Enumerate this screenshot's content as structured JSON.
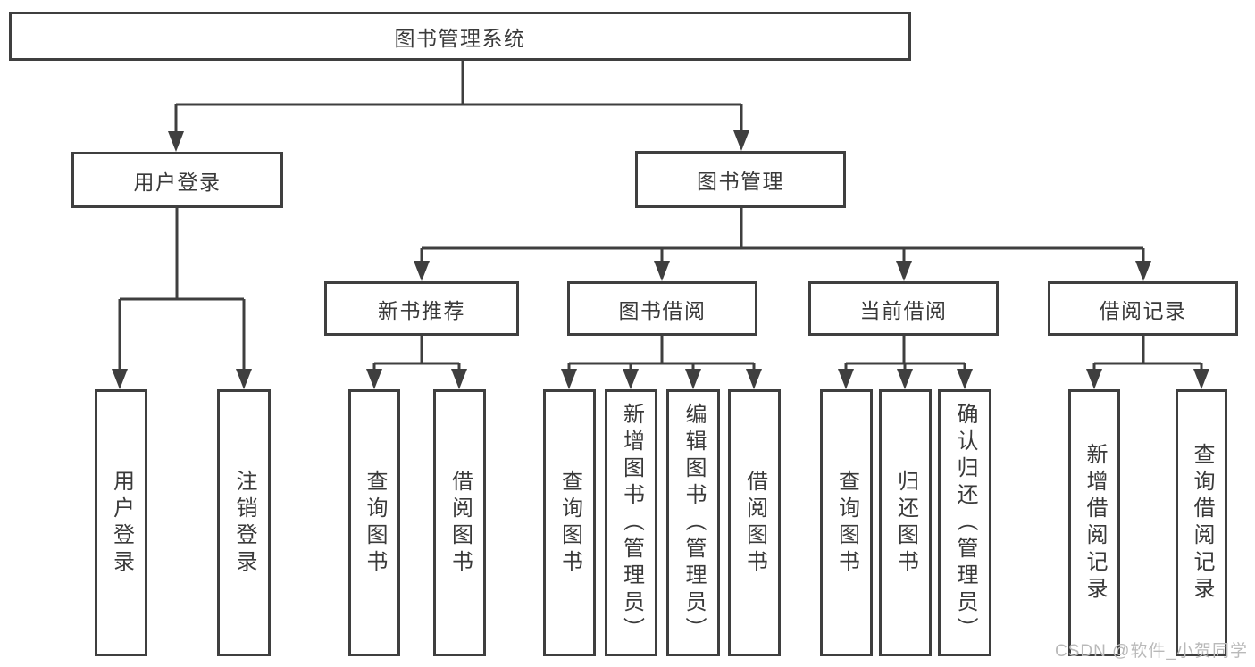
{
  "diagram": {
    "root": {
      "label": "图书管理系统"
    },
    "branches": [
      {
        "label": "用户登录",
        "children": [
          {
            "label": "用户登录"
          },
          {
            "label": "注销登录"
          }
        ]
      },
      {
        "label": "图书管理",
        "children": [
          {
            "label": "新书推荐",
            "children": [
              {
                "label": "查询图书"
              },
              {
                "label": "借阅图书"
              }
            ]
          },
          {
            "label": "图书借阅",
            "children": [
              {
                "label": "查询图书"
              },
              {
                "label": "新增图书（管理员）"
              },
              {
                "label": "编辑图书（管理员）"
              },
              {
                "label": "借阅图书"
              }
            ]
          },
          {
            "label": "当前借阅",
            "children": [
              {
                "label": "查询图书"
              },
              {
                "label": "归还图书"
              },
              {
                "label": "确认归还（管理员）"
              }
            ]
          },
          {
            "label": "借阅记录",
            "children": [
              {
                "label": "新增借阅记录"
              },
              {
                "label": "查询借阅记录"
              }
            ]
          }
        ]
      }
    ]
  },
  "watermark": "CSDN @软件_小贺同学",
  "colors": {
    "line": "#3f3f3f",
    "text": "#3a3a3a",
    "watermark": "#b9b9b9",
    "box_fill": "#ffffff"
  }
}
